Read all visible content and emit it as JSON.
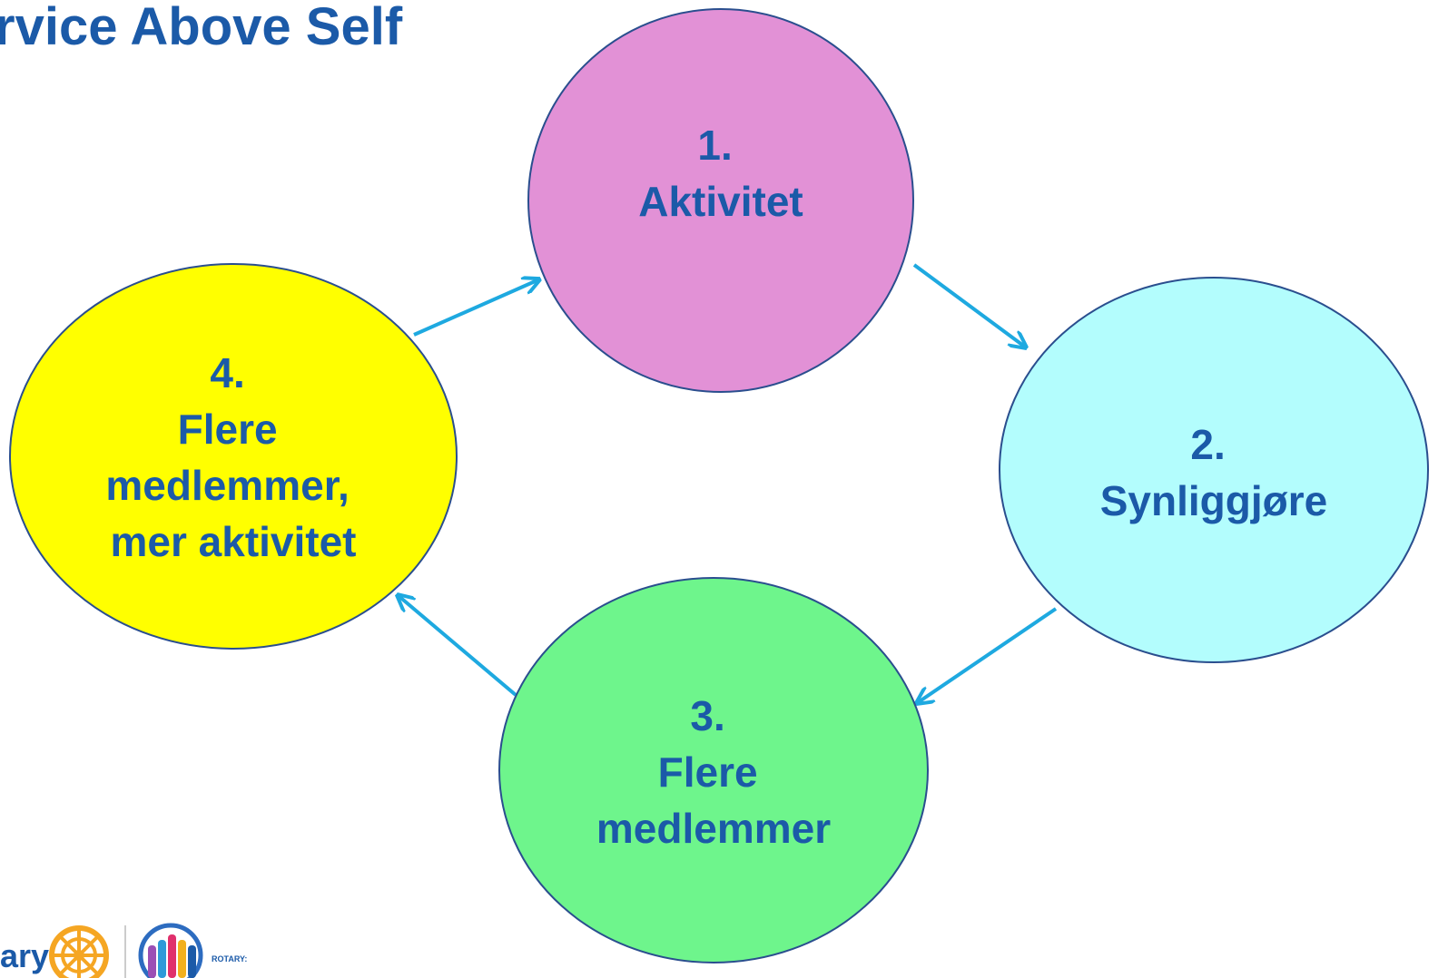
{
  "title": "rvice Above Self",
  "nodes": [
    {
      "id": "aktivitet",
      "lines": [
        "1.",
        "Aktivitet"
      ],
      "fill": "#e291d6"
    },
    {
      "id": "synliggjore",
      "lines": [
        "2.",
        "Synliggjøre"
      ],
      "fill": "#b3fdfd"
    },
    {
      "id": "flere-medlemmer",
      "lines": [
        "3.",
        "Flere",
        "medlemmer"
      ],
      "fill": "#6ef58c"
    },
    {
      "id": "flere-medlemmer-mer-aktivitet",
      "lines": [
        "4.",
        "Flere",
        "medlemmer,",
        "mer aktivitet"
      ],
      "fill": "#ffff00"
    }
  ],
  "colors": {
    "text": "#1b5aa8",
    "arrow": "#1ea9e0",
    "outline": "#2a4e8e"
  },
  "logos": {
    "rotary_text": "ary",
    "icons": [
      "rotary-wheel-icon",
      "rotary-people-icon"
    ],
    "small_text": "ROTARY:"
  }
}
